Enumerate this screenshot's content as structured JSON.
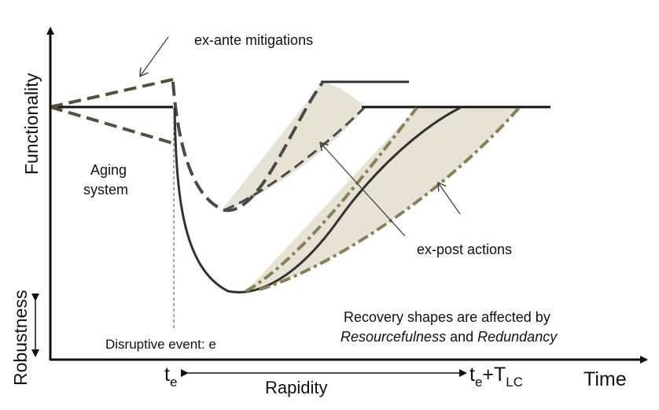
{
  "axes": {
    "y_label": "Functionality",
    "x_label": "Time",
    "robustness_label": "Robustness"
  },
  "annotations": {
    "ex_ante": "ex-ante mitigations",
    "aging_line1": "Aging",
    "aging_line2": "system",
    "ex_post": "ex-post actions",
    "event": "Disruptive event: e",
    "recovery_line1": "Recovery shapes are affected by",
    "recovery_resourcefulness": "Resourcefulness",
    "recovery_and": " and ",
    "recovery_redundancy": "Redundancy"
  },
  "time_marks": {
    "te_base": "t",
    "te_sub": "e",
    "tlc_base": "t",
    "tlc_sub": "e",
    "tlc_plus": "+T",
    "tlc_sub2": "LC",
    "rapidity": "Rapidity"
  },
  "colors": {
    "axis": "#111111",
    "curve": "#333333",
    "dashed": "#4a4a4a",
    "olive": "#8a7f55",
    "shade": "#e6e3d4",
    "pointer": "#444444"
  }
}
